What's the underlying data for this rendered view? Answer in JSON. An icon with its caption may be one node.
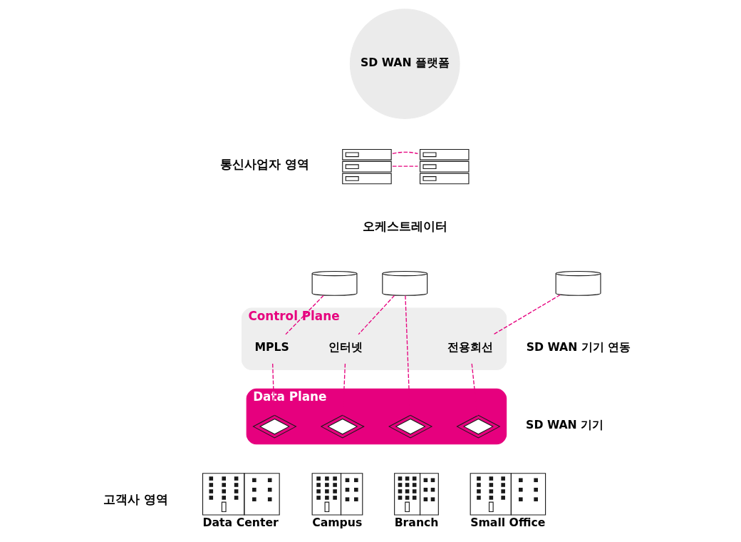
{
  "diagram": {
    "nodes": [
      {
        "text": [
          "SD WAN 플랫폼"
        ]
      },
      {
        "text": [],
        "shape": "picture"
      },
      {
        "text": [],
        "shape": "picture"
      },
      {
        "text": [],
        "shape": "cylinder"
      },
      {
        "text": [],
        "shape": "cylinder"
      },
      {
        "text": [],
        "shape": "cylinder"
      },
      {
        "text": [
          "Control Plane"
        ],
        "beside": [
          "SD WAN 기기 연동"
        ]
      },
      {
        "text": [
          "MPLS"
        ],
        "in": 6
      },
      {
        "text": [
          "인터넷"
        ],
        "in": 6
      },
      {
        "text": [
          "전용회선"
        ],
        "in": 6
      },
      {
        "text": [
          "Data Plane"
        ],
        "beside": [
          "SD WAN 기기"
        ]
      },
      {
        "text": [],
        "shape": "picture",
        "in": 10
      },
      {
        "text": [],
        "shape": "picture",
        "in": 10
      },
      {
        "text": [],
        "shape": "picture",
        "in": 10
      },
      {
        "text": [],
        "shape": "picture",
        "in": 10
      },
      {
        "text": [
          "Data Center"
        ]
      },
      {
        "text": [
          "Campus"
        ]
      },
      {
        "text": [
          "Branch"
        ]
      },
      {
        "text": [
          "Small Office"
        ]
      }
    ],
    "edges": [
      {
        "from": 1,
        "to": 2,
        "arrow": "none",
        "style": "dashed"
      },
      {
        "from": 1,
        "to": 2,
        "arrow": "none",
        "style": "dashed"
      },
      {
        "from": 3,
        "to": 7,
        "arrow": "none",
        "style": "dashed"
      },
      {
        "from": 7,
        "to": 11,
        "arrow": "none",
        "style": "dashed"
      },
      {
        "from": 4,
        "to": 8,
        "arrow": "none",
        "style": "dashed"
      },
      {
        "from": 8,
        "to": 12,
        "arrow": "none",
        "style": "dashed"
      },
      {
        "from": 4,
        "to": 13,
        "arrow": "none",
        "style": "dashed"
      },
      {
        "from": 5,
        "to": 9,
        "arrow": "none",
        "style": "dashed"
      },
      {
        "from": 9,
        "to": 14,
        "arrow": "none",
        "style": "dashed"
      }
    ],
    "labels": [
      "통신사업자 영역",
      "오케스트레이터",
      "고객사 영역"
    ]
  }
}
